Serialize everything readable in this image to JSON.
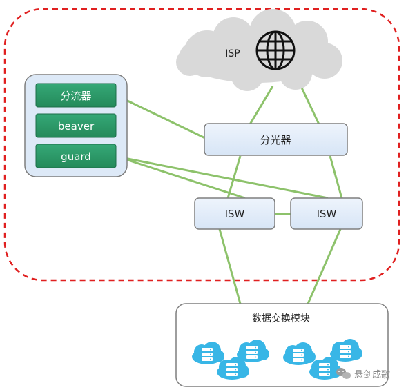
{
  "nodes": {
    "isp": {
      "label": "ISP"
    },
    "splitter_optical": {
      "label": "分光器"
    },
    "isw_left": {
      "label": "ISW"
    },
    "isw_right": {
      "label": "ISW"
    },
    "data_exchange": {
      "label": "数据交换模块"
    },
    "device_group": {
      "items": [
        {
          "label": "分流器"
        },
        {
          "label": "beaver"
        },
        {
          "label": "guard"
        }
      ]
    }
  },
  "watermark": {
    "text": "悬剑成歌"
  },
  "colors": {
    "link": "#8dc26b",
    "boundary": "#e02020",
    "box_fill": "#dde9f7",
    "box_stroke": "#7f7f7f",
    "device_fill": "#2e9c6a",
    "cloud_icon": "#38b6e6"
  },
  "icons": [
    "globe-icon",
    "cloud-server-icon",
    "wechat-icon"
  ]
}
